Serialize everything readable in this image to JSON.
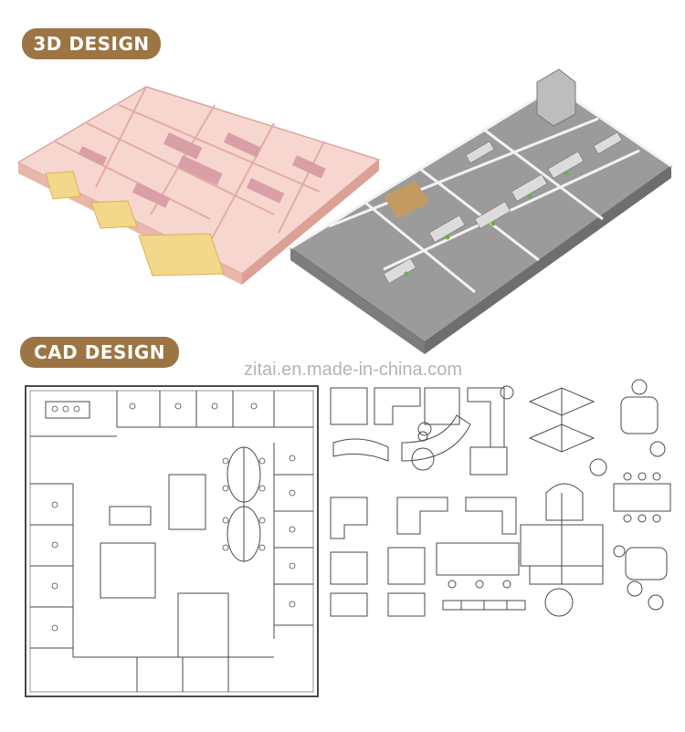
{
  "badges": {
    "design_3d": "3D DESIGN",
    "design_cad": "CAD DESIGN"
  },
  "watermark": "zitai.en.made-in-china.com",
  "colors": {
    "badge": "#9b7543",
    "pink_floor": "#f5c9c0",
    "yellow_room": "#f3d78a",
    "grey_floor": "#8f8f8f",
    "line": "#4a4a4a"
  }
}
